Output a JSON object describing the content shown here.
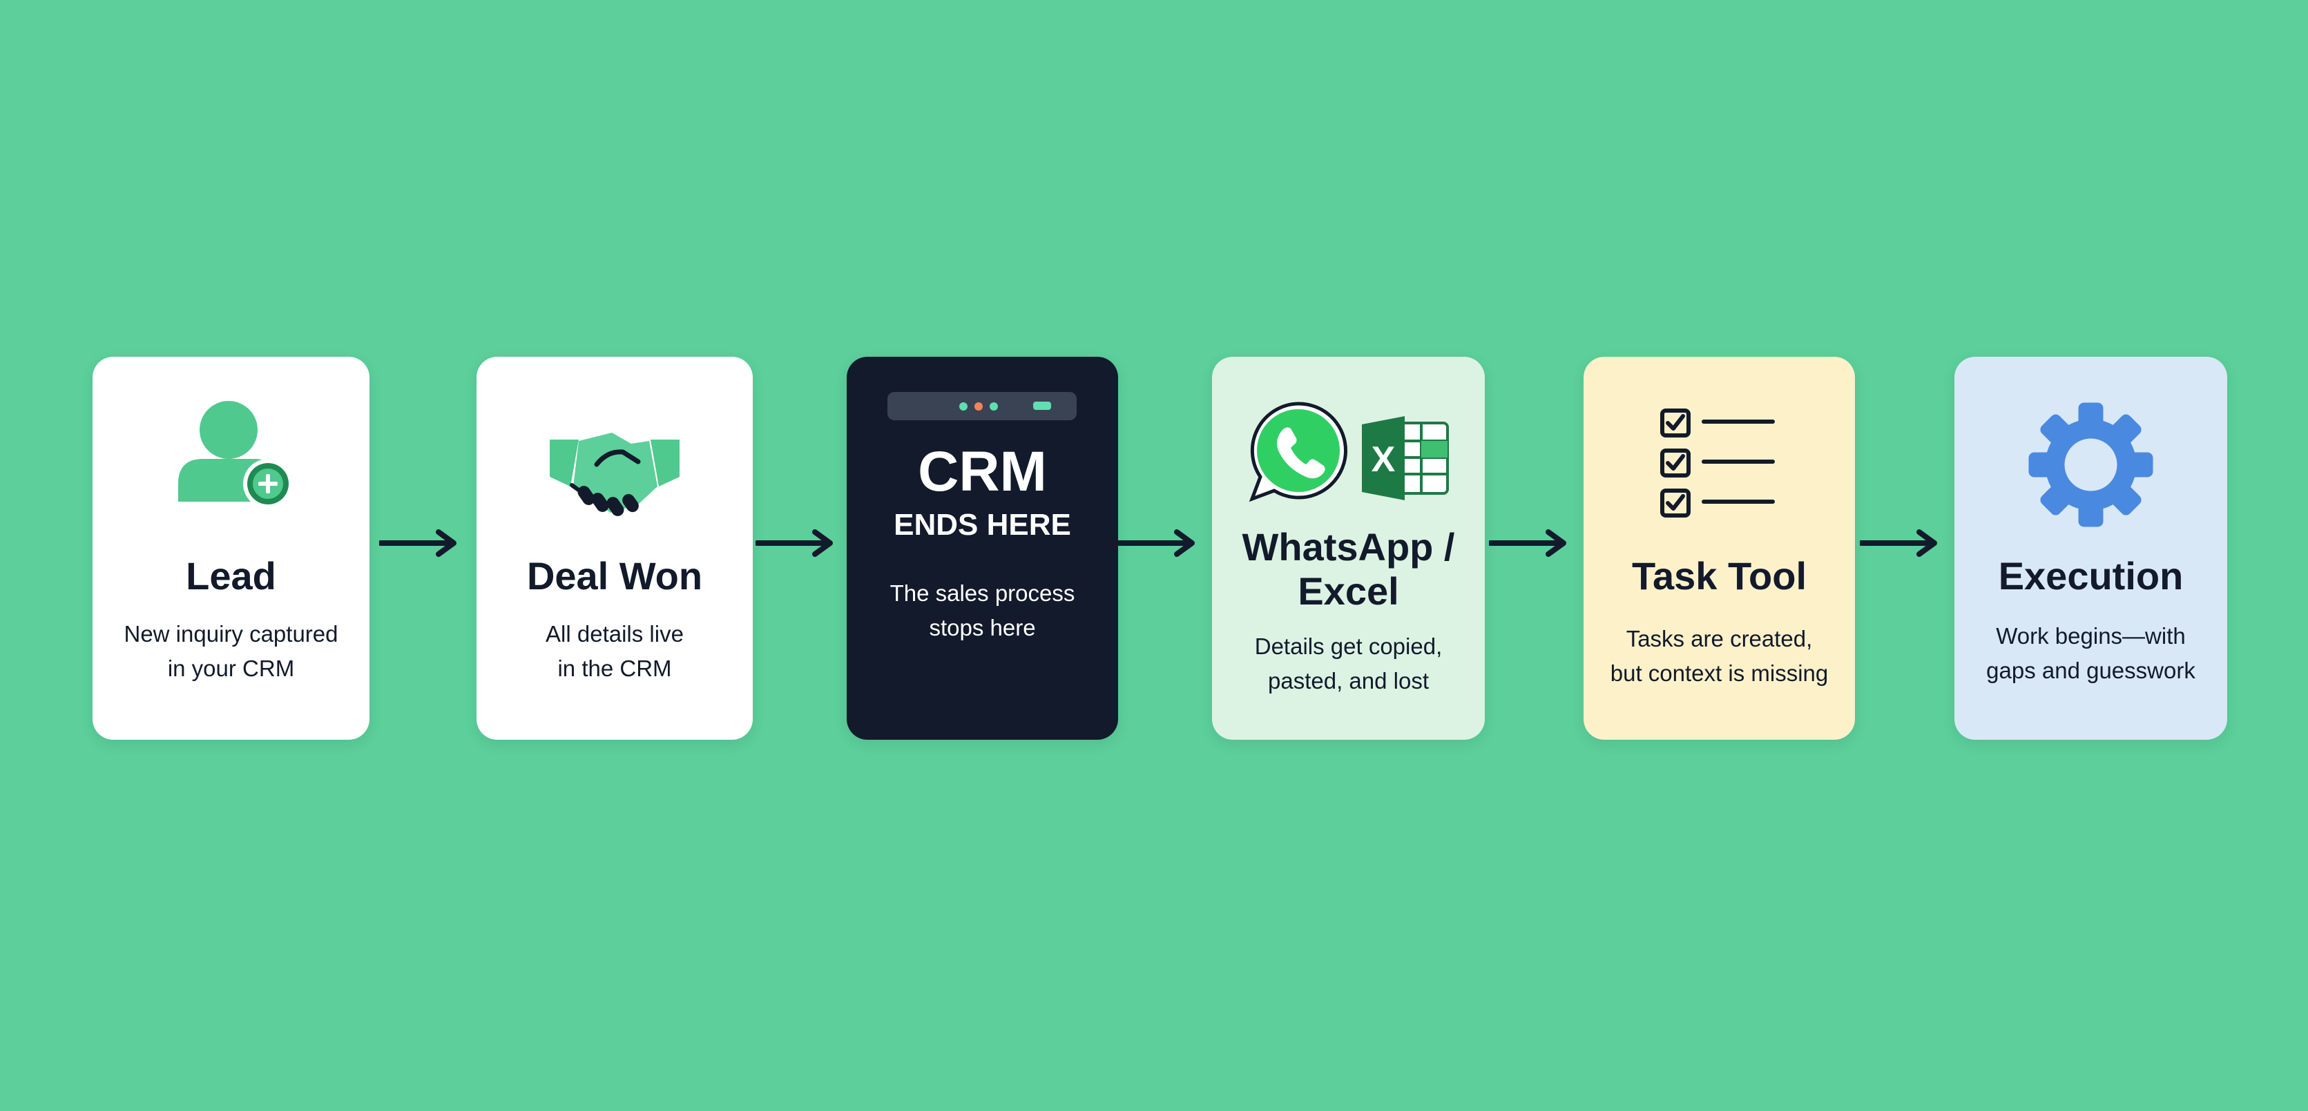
{
  "colors": {
    "background": "#5ccf9b",
    "dark": "#121a2b",
    "accent_green": "#4fc98e",
    "whatsapp_green": "#2fcf64",
    "excel_green": "#1e7a45",
    "gear_blue": "#4a89e0",
    "card_whatsapp": "#dcf3e3",
    "card_task": "#fcf1c9",
    "card_execution": "#d9e8f7"
  },
  "steps": [
    {
      "title": "Lead",
      "description": [
        "New inquiry captured",
        "in your CRM"
      ],
      "icon": "user-add-icon"
    },
    {
      "title": "Deal Won",
      "description": [
        "All details live",
        "in the CRM"
      ],
      "icon": "handshake-icon"
    },
    {
      "title": "CRM",
      "subtitle": "ENDS HERE",
      "description": [
        "The sales process",
        "stops here"
      ],
      "icon": "browser-window-icon"
    },
    {
      "title": "WhatsApp /",
      "title_line2": "Excel",
      "description": [
        "Details get copied,",
        "pasted, and lost"
      ],
      "icon": "whatsapp-icon",
      "icon2": "excel-icon",
      "excel_letter": "X"
    },
    {
      "title": "Task Tool",
      "description": [
        "Tasks are created,",
        "but context is missing"
      ],
      "icon": "checklist-icon"
    },
    {
      "title": "Execution",
      "description": [
        "Work begins—with",
        "gaps and guesswork"
      ],
      "icon": "gear-icon"
    }
  ],
  "connector_icon": "arrow-right-icon"
}
